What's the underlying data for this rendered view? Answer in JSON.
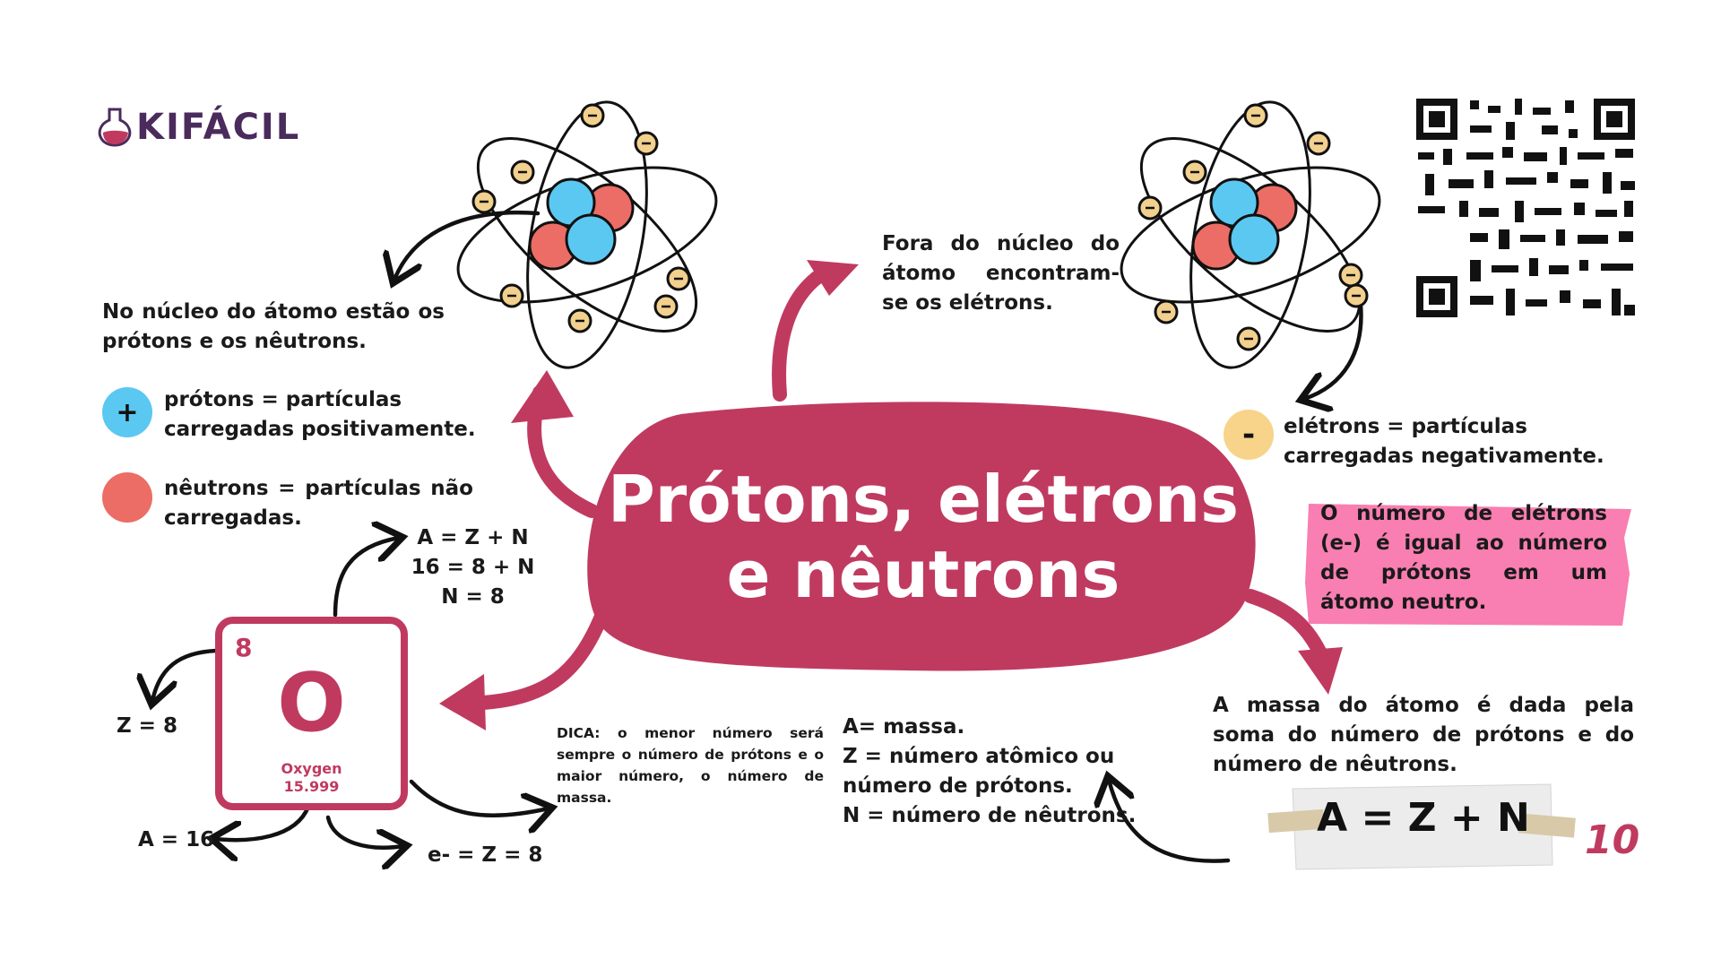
{
  "brand": {
    "logo_text": "KIFÁCIL"
  },
  "title": {
    "line1": "Prótons, elétrons",
    "line2": "e nêutrons"
  },
  "nucleus_text": "No núcleo do átomo estão os prótons e os nêutrons.",
  "outside_text": "Fora do núcleo do átomo encontram-se os elétrons.",
  "legend": {
    "proton": {
      "symbol": "+",
      "text": "prótons = partículas carregadas positivamente.",
      "color": "#5BC8F2"
    },
    "neutron": {
      "text": "nêutrons = partículas não carregadas.",
      "color": "#EC6D65"
    },
    "electron": {
      "symbol": "-",
      "text": "elétrons = partículas carregadas negativamente.",
      "color": "#F7D48A"
    }
  },
  "pink_note": "O número de elétrons (e-) é igual ao número de prótons em um átomo neutro.",
  "mass_text": "A massa do átomo é dada pela soma do número de prótons e do número de nêutrons.",
  "formula_label": "A = Z + N",
  "element": {
    "number": "8",
    "symbol": "O",
    "name": "Oxygen",
    "mass": "15.999",
    "color": "#C03A60"
  },
  "calc": {
    "line1": "A = Z + N",
    "line2": "16 = 8 + N",
    "line3": "N = 8"
  },
  "labels": {
    "z": "Z = 8",
    "a": "A = 16",
    "e": "e- = Z = 8"
  },
  "tip": "DICA: o menor número será sempre o número de prótons e o maior número, o número de massa.",
  "definitions": {
    "line1": "A= massa.",
    "line2": "Z = número atômico ou número de prótons.",
    "line3": "N = número de nêutrons."
  },
  "page_number": "10",
  "colors": {
    "brand": "#C03A60",
    "pink_box": "#F97EB1",
    "logo": "#4A2B5C",
    "electron_dot": "#F2D08E"
  }
}
